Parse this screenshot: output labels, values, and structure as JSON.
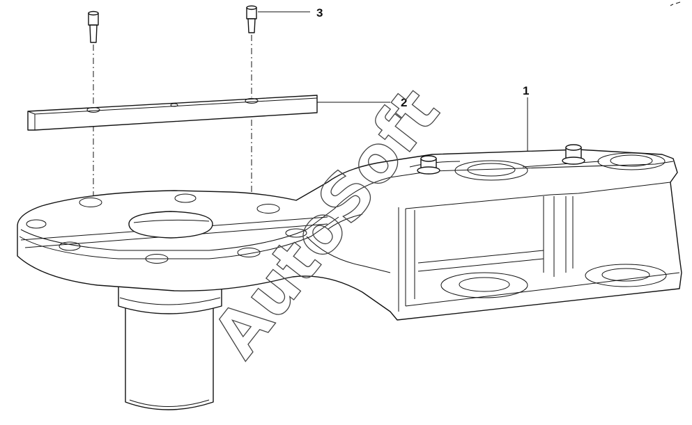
{
  "callouts": [
    {
      "number": "1"
    },
    {
      "number": "2"
    },
    {
      "number": "3"
    }
  ],
  "watermark": "AutoSoft"
}
